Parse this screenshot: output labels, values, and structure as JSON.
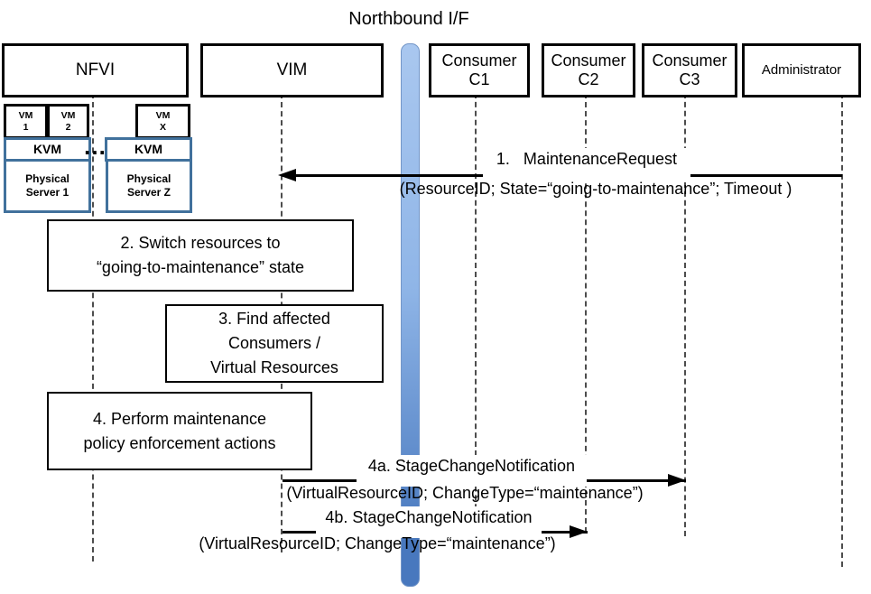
{
  "title": "Northbound I/F",
  "colors": {
    "ink": "#000000",
    "blue": "#41719C",
    "dash": "#4d4d4d",
    "bartop": "#A9C7EF",
    "barmid": "#8FB5E7",
    "barbot": "#4878BE",
    "barborder": "#7396C8"
  },
  "actors": {
    "nfvi": "NFVI",
    "vim": "VIM",
    "c1": "Consumer\nC1",
    "c2": "Consumer\nC2",
    "c3": "Consumer\nC3",
    "admin": "Administrator"
  },
  "nfvi_internals": {
    "vm1": "VM\n1",
    "vm2": "VM\n2",
    "vmx": "VM\nX",
    "kvm1": "KVM",
    "kvm2": "KVM",
    "dots": "…",
    "ps1": "Physical\nServer 1",
    "ps2": "Physical\nServer Z"
  },
  "messages": {
    "m1": {
      "label": "1.   MaintenanceRequest",
      "params": "(ResourceID; State=“going-to-maintenance”; Timeout )"
    },
    "m4a": {
      "label": "4a. StageChangeNotification",
      "params": "(VirtualResourceID; ChangeType=“maintenance”)"
    },
    "m4b": {
      "label": "4b. StageChangeNotification",
      "params": "(VirtualResourceID; ChangeType=“maintenance”)"
    }
  },
  "activities": {
    "a2": "2. Switch resources to\n“going-to-maintenance” state",
    "a3": "3. Find affected\nConsumers /\nVirtual Resources",
    "a4": "4. Perform maintenance\npolicy enforcement actions"
  }
}
